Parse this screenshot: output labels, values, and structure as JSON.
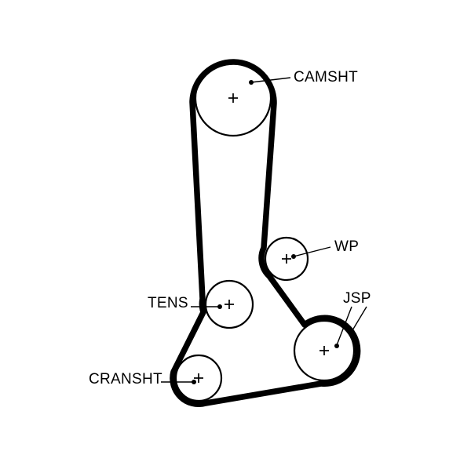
{
  "diagram": {
    "title": "timing-belt-routing",
    "labels": {
      "camshaft": "CAMSHT",
      "water_pump": "WP",
      "tensioner": "TENS",
      "jockey_pulley": "JSP",
      "crankshaft": "CRANSHT"
    },
    "colors": {
      "belt": "#000000",
      "outline": "#000000",
      "leader_line": "#000000",
      "background": "#ffffff"
    }
  }
}
